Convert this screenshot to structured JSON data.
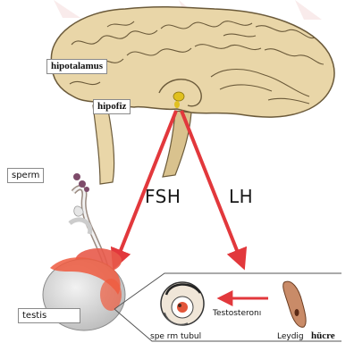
{
  "labels": {
    "hypothalamus": "hipotalamus",
    "pituitary": "hipofiz",
    "sperm": "sperm",
    "fsh": "FSH",
    "lh": "LH",
    "testis": "testis",
    "testosterone": "Testosteronı",
    "tubule": "spe rm tubul",
    "leydig": "Leydig",
    "cell": "hücre"
  },
  "colors": {
    "arrow": "#e2383c",
    "brain": "#e9d6a8",
    "brain_outline": "#6b5a3a",
    "pituitary": "#e0c020",
    "testis_body": "#d7d7d7",
    "testis_red": "#ef5b3f"
  }
}
